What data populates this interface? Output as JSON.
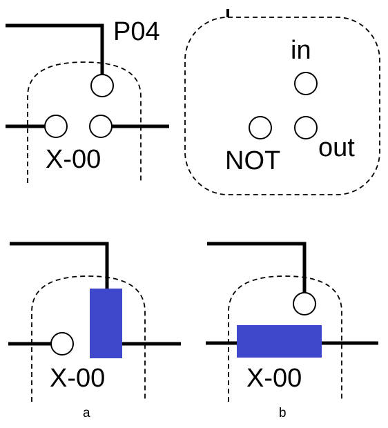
{
  "labels": {
    "p04": "P04",
    "x00_top": "X-00",
    "in": "in",
    "not": "NOT",
    "out": "out",
    "x00_a": "X-00",
    "x00_b": "X-00",
    "caption_a": "a",
    "caption_b": "b"
  },
  "colors": {
    "stroke": "#000000",
    "fill_block": "#3f48cc",
    "background": "#ffffff"
  }
}
